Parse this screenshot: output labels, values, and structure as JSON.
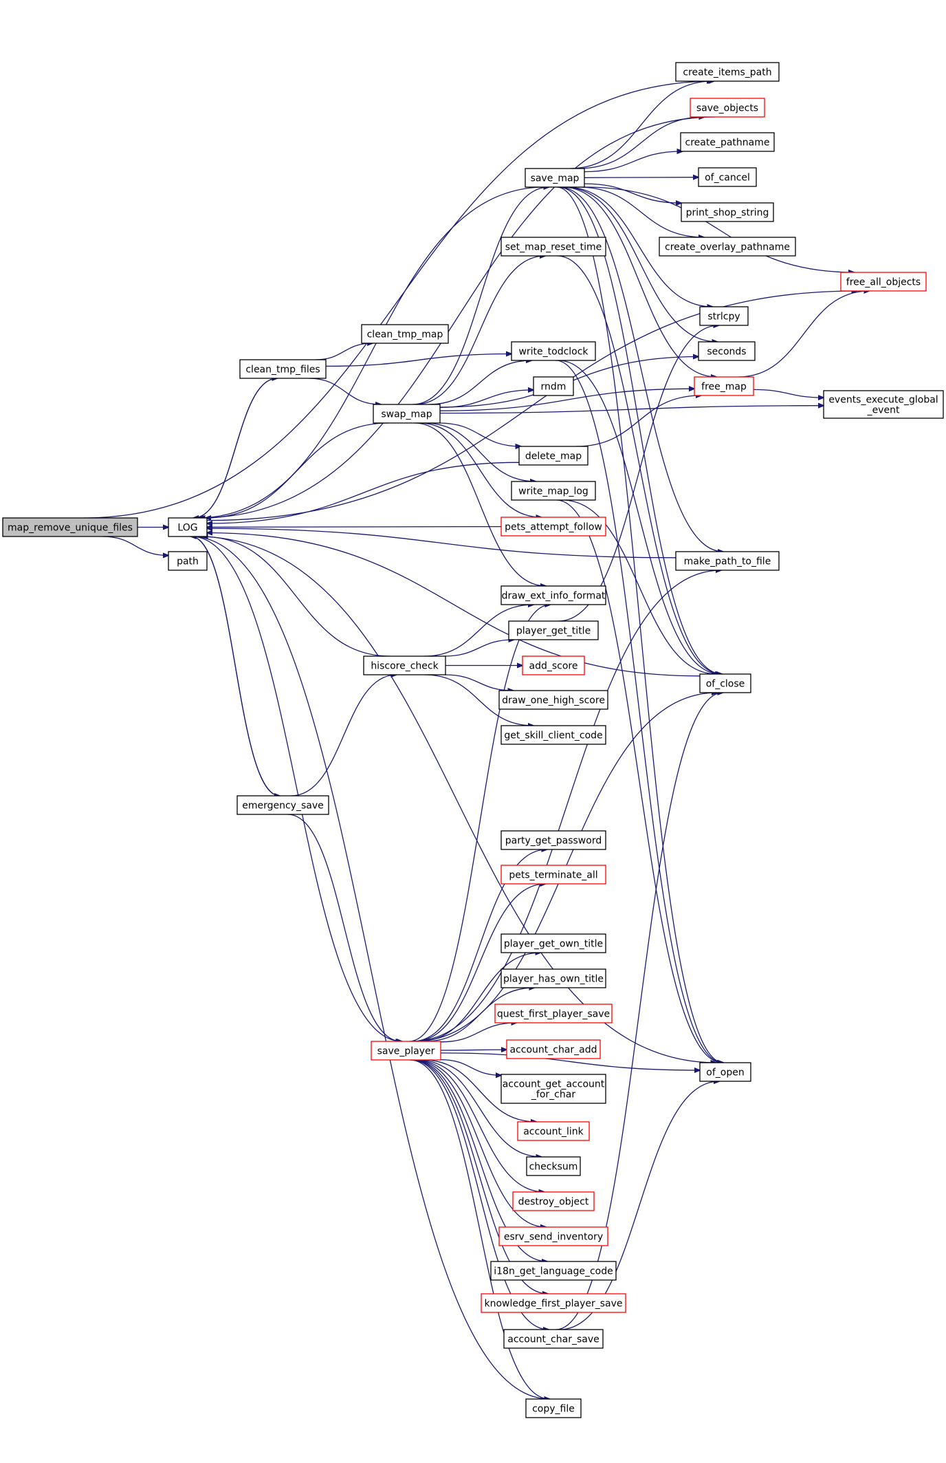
{
  "colors": {
    "edge": "#191970",
    "node_border_default": "#000000",
    "node_border_truncated": "#ff0000",
    "root_fill": "#bfbfbf",
    "node_fill": "#ffffff"
  },
  "nodes": [
    {
      "id": "map_remove_unique_files",
      "label": "map_remove_unique_files",
      "style": "root"
    },
    {
      "id": "LOG",
      "label": "LOG",
      "style": "default"
    },
    {
      "id": "path",
      "label": "path",
      "style": "default"
    },
    {
      "id": "clean_tmp_files",
      "label": "clean_tmp_files",
      "style": "default"
    },
    {
      "id": "clean_tmp_map",
      "label": "clean_tmp_map",
      "style": "default"
    },
    {
      "id": "swap_map",
      "label": "swap_map",
      "style": "default"
    },
    {
      "id": "emergency_save",
      "label": "emergency_save",
      "style": "default"
    },
    {
      "id": "hiscore_check",
      "label": "hiscore_check",
      "style": "default"
    },
    {
      "id": "save_player",
      "label": "save_player",
      "style": "truncated"
    },
    {
      "id": "save_map",
      "label": "save_map",
      "style": "default"
    },
    {
      "id": "set_map_reset_time",
      "label": "set_map_reset_time",
      "style": "default"
    },
    {
      "id": "write_todclock",
      "label": "write_todclock",
      "style": "default"
    },
    {
      "id": "rndm",
      "label": "rndm",
      "style": "default"
    },
    {
      "id": "delete_map",
      "label": "delete_map",
      "style": "default"
    },
    {
      "id": "write_map_log",
      "label": "write_map_log",
      "style": "default"
    },
    {
      "id": "pets_attempt_follow",
      "label": "pets_attempt_follow",
      "style": "truncated"
    },
    {
      "id": "draw_ext_info_format",
      "label": "draw_ext_info_format",
      "style": "default"
    },
    {
      "id": "player_get_title",
      "label": "player_get_title",
      "style": "default"
    },
    {
      "id": "add_score",
      "label": "add_score",
      "style": "truncated"
    },
    {
      "id": "draw_one_high_score",
      "label": "draw_one_high_score",
      "style": "default"
    },
    {
      "id": "get_skill_client_code",
      "label": "get_skill_client_code",
      "style": "default"
    },
    {
      "id": "party_get_password",
      "label": "party_get_password",
      "style": "default"
    },
    {
      "id": "pets_terminate_all",
      "label": "pets_terminate_all",
      "style": "truncated"
    },
    {
      "id": "player_get_own_title",
      "label": "player_get_own_title",
      "style": "default"
    },
    {
      "id": "player_has_own_title",
      "label": "player_has_own_title",
      "style": "default"
    },
    {
      "id": "quest_first_player_save",
      "label": "quest_first_player_save",
      "style": "truncated"
    },
    {
      "id": "account_char_add",
      "label": "account_char_add",
      "style": "truncated"
    },
    {
      "id": "account_get_account_for_char",
      "label": "account_get_account\n_for_char",
      "style": "default"
    },
    {
      "id": "account_link",
      "label": "account_link",
      "style": "truncated"
    },
    {
      "id": "checksum",
      "label": "checksum",
      "style": "default"
    },
    {
      "id": "destroy_object",
      "label": "destroy_object",
      "style": "truncated"
    },
    {
      "id": "esrv_send_inventory",
      "label": "esrv_send_inventory",
      "style": "truncated"
    },
    {
      "id": "i18n_get_language_code",
      "label": "i18n_get_language_code",
      "style": "default"
    },
    {
      "id": "knowledge_first_player_save",
      "label": "knowledge_first_player_save",
      "style": "truncated"
    },
    {
      "id": "account_char_save",
      "label": "account_char_save",
      "style": "default"
    },
    {
      "id": "copy_file",
      "label": "copy_file",
      "style": "default"
    },
    {
      "id": "create_items_path",
      "label": "create_items_path",
      "style": "default"
    },
    {
      "id": "save_objects",
      "label": "save_objects",
      "style": "truncated"
    },
    {
      "id": "create_pathname",
      "label": "create_pathname",
      "style": "default"
    },
    {
      "id": "of_cancel",
      "label": "of_cancel",
      "style": "default"
    },
    {
      "id": "print_shop_string",
      "label": "print_shop_string",
      "style": "default"
    },
    {
      "id": "create_overlay_pathname",
      "label": "create_overlay_pathname",
      "style": "default"
    },
    {
      "id": "free_all_objects",
      "label": "free_all_objects",
      "style": "truncated"
    },
    {
      "id": "strlcpy",
      "label": "strlcpy",
      "style": "default"
    },
    {
      "id": "seconds",
      "label": "seconds",
      "style": "default"
    },
    {
      "id": "free_map",
      "label": "free_map",
      "style": "truncated"
    },
    {
      "id": "events_execute_global_event",
      "label": "events_execute_global\n_event",
      "style": "default"
    },
    {
      "id": "make_path_to_file",
      "label": "make_path_to_file",
      "style": "default"
    },
    {
      "id": "of_close",
      "label": "of_close",
      "style": "default"
    },
    {
      "id": "of_open",
      "label": "of_open",
      "style": "default"
    }
  ],
  "edges": [
    [
      "map_remove_unique_files",
      "LOG"
    ],
    [
      "map_remove_unique_files",
      "path"
    ],
    [
      "map_remove_unique_files",
      "create_items_path"
    ],
    [
      "LOG",
      "clean_tmp_files"
    ],
    [
      "LOG",
      "emergency_save"
    ],
    [
      "LOG",
      "save_player"
    ],
    [
      "LOG",
      "copy_file"
    ],
    [
      "LOG",
      "of_open"
    ],
    [
      "LOG",
      "free_all_objects"
    ],
    [
      "clean_tmp_files",
      "clean_tmp_map"
    ],
    [
      "clean_tmp_files",
      "swap_map"
    ],
    [
      "clean_tmp_files",
      "write_todclock"
    ],
    [
      "clean_tmp_files",
      "LOG"
    ],
    [
      "swap_map",
      "LOG"
    ],
    [
      "swap_map",
      "save_map"
    ],
    [
      "swap_map",
      "set_map_reset_time"
    ],
    [
      "swap_map",
      "write_todclock"
    ],
    [
      "swap_map",
      "rndm"
    ],
    [
      "swap_map",
      "delete_map"
    ],
    [
      "swap_map",
      "write_map_log"
    ],
    [
      "swap_map",
      "pets_attempt_follow"
    ],
    [
      "swap_map",
      "draw_ext_info_format"
    ],
    [
      "swap_map",
      "events_execute_global_event"
    ],
    [
      "swap_map",
      "seconds"
    ],
    [
      "swap_map",
      "free_map"
    ],
    [
      "emergency_save",
      "LOG"
    ],
    [
      "emergency_save",
      "hiscore_check"
    ],
    [
      "emergency_save",
      "save_player"
    ],
    [
      "hiscore_check",
      "LOG"
    ],
    [
      "hiscore_check",
      "draw_ext_info_format"
    ],
    [
      "hiscore_check",
      "player_get_title"
    ],
    [
      "hiscore_check",
      "add_score"
    ],
    [
      "hiscore_check",
      "draw_one_high_score"
    ],
    [
      "hiscore_check",
      "get_skill_client_code"
    ],
    [
      "save_map",
      "LOG"
    ],
    [
      "save_map",
      "create_items_path"
    ],
    [
      "save_map",
      "save_objects"
    ],
    [
      "save_map",
      "create_pathname"
    ],
    [
      "save_map",
      "of_cancel"
    ],
    [
      "save_map",
      "print_shop_string"
    ],
    [
      "save_map",
      "create_overlay_pathname"
    ],
    [
      "save_map",
      "free_all_objects"
    ],
    [
      "save_map",
      "strlcpy"
    ],
    [
      "save_map",
      "seconds"
    ],
    [
      "save_map",
      "free_map"
    ],
    [
      "save_map",
      "make_path_to_file"
    ],
    [
      "save_map",
      "of_close"
    ],
    [
      "save_map",
      "of_open"
    ],
    [
      "save_objects",
      "LOG"
    ],
    [
      "set_map_reset_time",
      "of_close"
    ],
    [
      "write_todclock",
      "of_close"
    ],
    [
      "write_todclock",
      "of_open"
    ],
    [
      "delete_map",
      "LOG"
    ],
    [
      "delete_map",
      "free_map"
    ],
    [
      "write_map_log",
      "of_close"
    ],
    [
      "write_map_log",
      "of_open"
    ],
    [
      "pets_attempt_follow",
      "LOG"
    ],
    [
      "player_get_title",
      "strlcpy"
    ],
    [
      "make_path_to_file",
      "LOG"
    ],
    [
      "of_close",
      "LOG"
    ],
    [
      "free_map",
      "free_all_objects"
    ],
    [
      "free_map",
      "events_execute_global_event"
    ],
    [
      "save_player",
      "party_get_password"
    ],
    [
      "save_player",
      "pets_terminate_all"
    ],
    [
      "save_player",
      "player_get_own_title"
    ],
    [
      "save_player",
      "player_has_own_title"
    ],
    [
      "save_player",
      "quest_first_player_save"
    ],
    [
      "save_player",
      "account_char_add"
    ],
    [
      "save_player",
      "account_get_account_for_char"
    ],
    [
      "save_player",
      "account_link"
    ],
    [
      "save_player",
      "checksum"
    ],
    [
      "save_player",
      "destroy_object"
    ],
    [
      "save_player",
      "esrv_send_inventory"
    ],
    [
      "save_player",
      "i18n_get_language_code"
    ],
    [
      "save_player",
      "knowledge_first_player_save"
    ],
    [
      "save_player",
      "account_char_save"
    ],
    [
      "save_player",
      "copy_file"
    ],
    [
      "save_player",
      "draw_ext_info_format"
    ],
    [
      "save_player",
      "make_path_to_file"
    ],
    [
      "save_player",
      "of_close"
    ],
    [
      "save_player",
      "of_open"
    ],
    [
      "account_char_save",
      "of_close"
    ],
    [
      "account_char_save",
      "of_open"
    ]
  ]
}
